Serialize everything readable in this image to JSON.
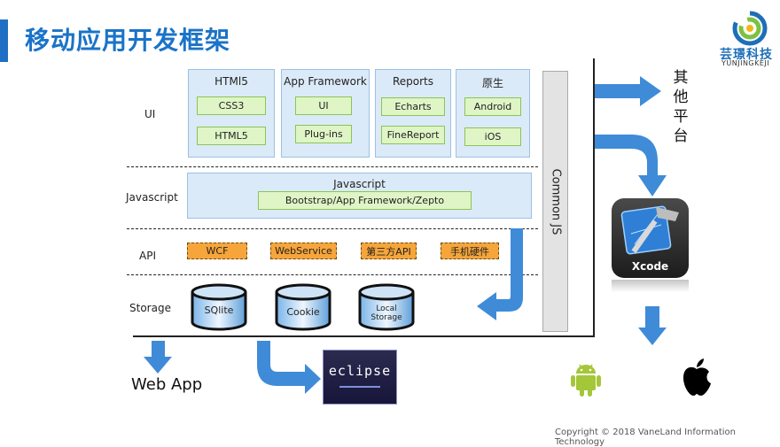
{
  "title": "移动应用开发框架",
  "logo": {
    "name": "芸璟科技",
    "sub": "YUNJINGKEJI"
  },
  "layers": {
    "ui": "UI",
    "javascript": "Javascript",
    "api": "API",
    "storage": "Storage"
  },
  "ui_boxes": [
    {
      "title": "HTMl5",
      "items": [
        "CSS3",
        "HTML5"
      ]
    },
    {
      "title": "App Framework",
      "items": [
        "UI",
        "Plug-ins"
      ]
    },
    {
      "title": "Reports",
      "items": [
        "Echarts",
        "FineReport"
      ]
    },
    {
      "title": "原生",
      "items": [
        "Android",
        "iOS"
      ]
    }
  ],
  "js_box": {
    "title": "Javascript",
    "item": "Bootstrap/App Framework/Zepto"
  },
  "api_items": [
    "WCF",
    "WebService",
    "第三方API",
    "手机硬件"
  ],
  "storage_items": [
    "SQlite",
    "Cookie",
    "Local Storage"
  ],
  "common_js": "Common JS",
  "other_platform": [
    "其",
    "他",
    "平",
    "台"
  ],
  "xcode_label": "Xcode",
  "web_app": "Web App",
  "eclipse": "eclipse",
  "copyright": "Copyright © 2018 VaneLand Information Technology",
  "colors": {
    "accent": "#1a73c8",
    "arrow": "#3f8bd8",
    "green_fill": "#dff5c6",
    "orange_fill": "#f6a53a"
  }
}
